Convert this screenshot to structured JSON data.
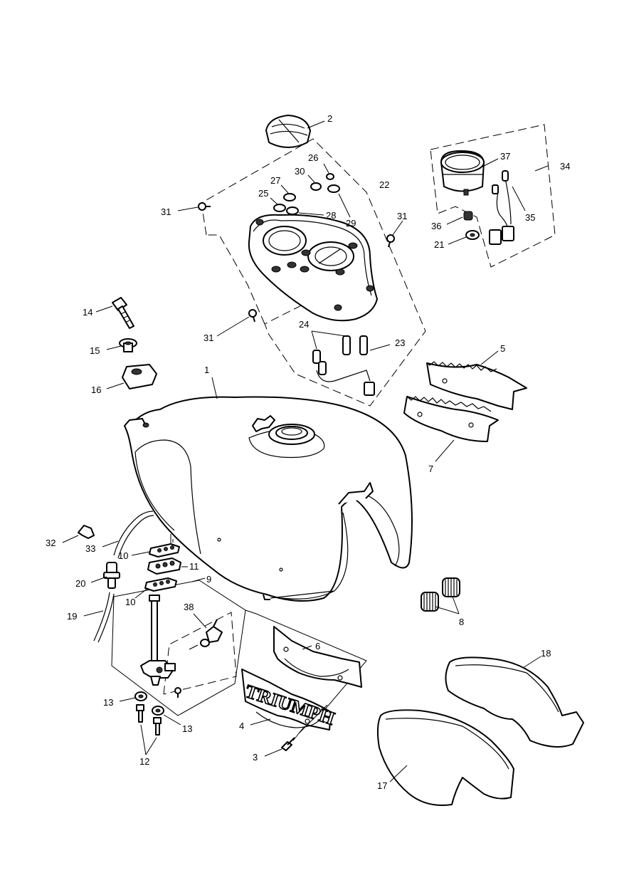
{
  "brand_text": "TRIUMPH",
  "labels": {
    "l1": "1",
    "l2": "2",
    "l3": "3",
    "l4": "4",
    "l5": "5",
    "l6": "6",
    "l7": "7",
    "l8": "8",
    "l9": "9",
    "l10a": "10",
    "l10b": "10",
    "l11": "11",
    "l12": "12",
    "l13a": "13",
    "l13b": "13",
    "l14": "14",
    "l15": "15",
    "l16": "16",
    "l17": "17",
    "l18": "18",
    "l19": "19",
    "l20": "20",
    "l21": "21",
    "l22": "22",
    "l23": "23",
    "l24": "24",
    "l25": "25",
    "l26": "26",
    "l27": "27",
    "l28": "28",
    "l29": "29",
    "l30": "30",
    "l31a": "31",
    "l31b": "31",
    "l31c": "31",
    "l32": "32",
    "l33": "33",
    "l34": "34",
    "l35": "35",
    "l36": "36",
    "l37": "37",
    "l38": "38"
  },
  "colors": {
    "line": "#000000",
    "background": "#ffffff"
  }
}
